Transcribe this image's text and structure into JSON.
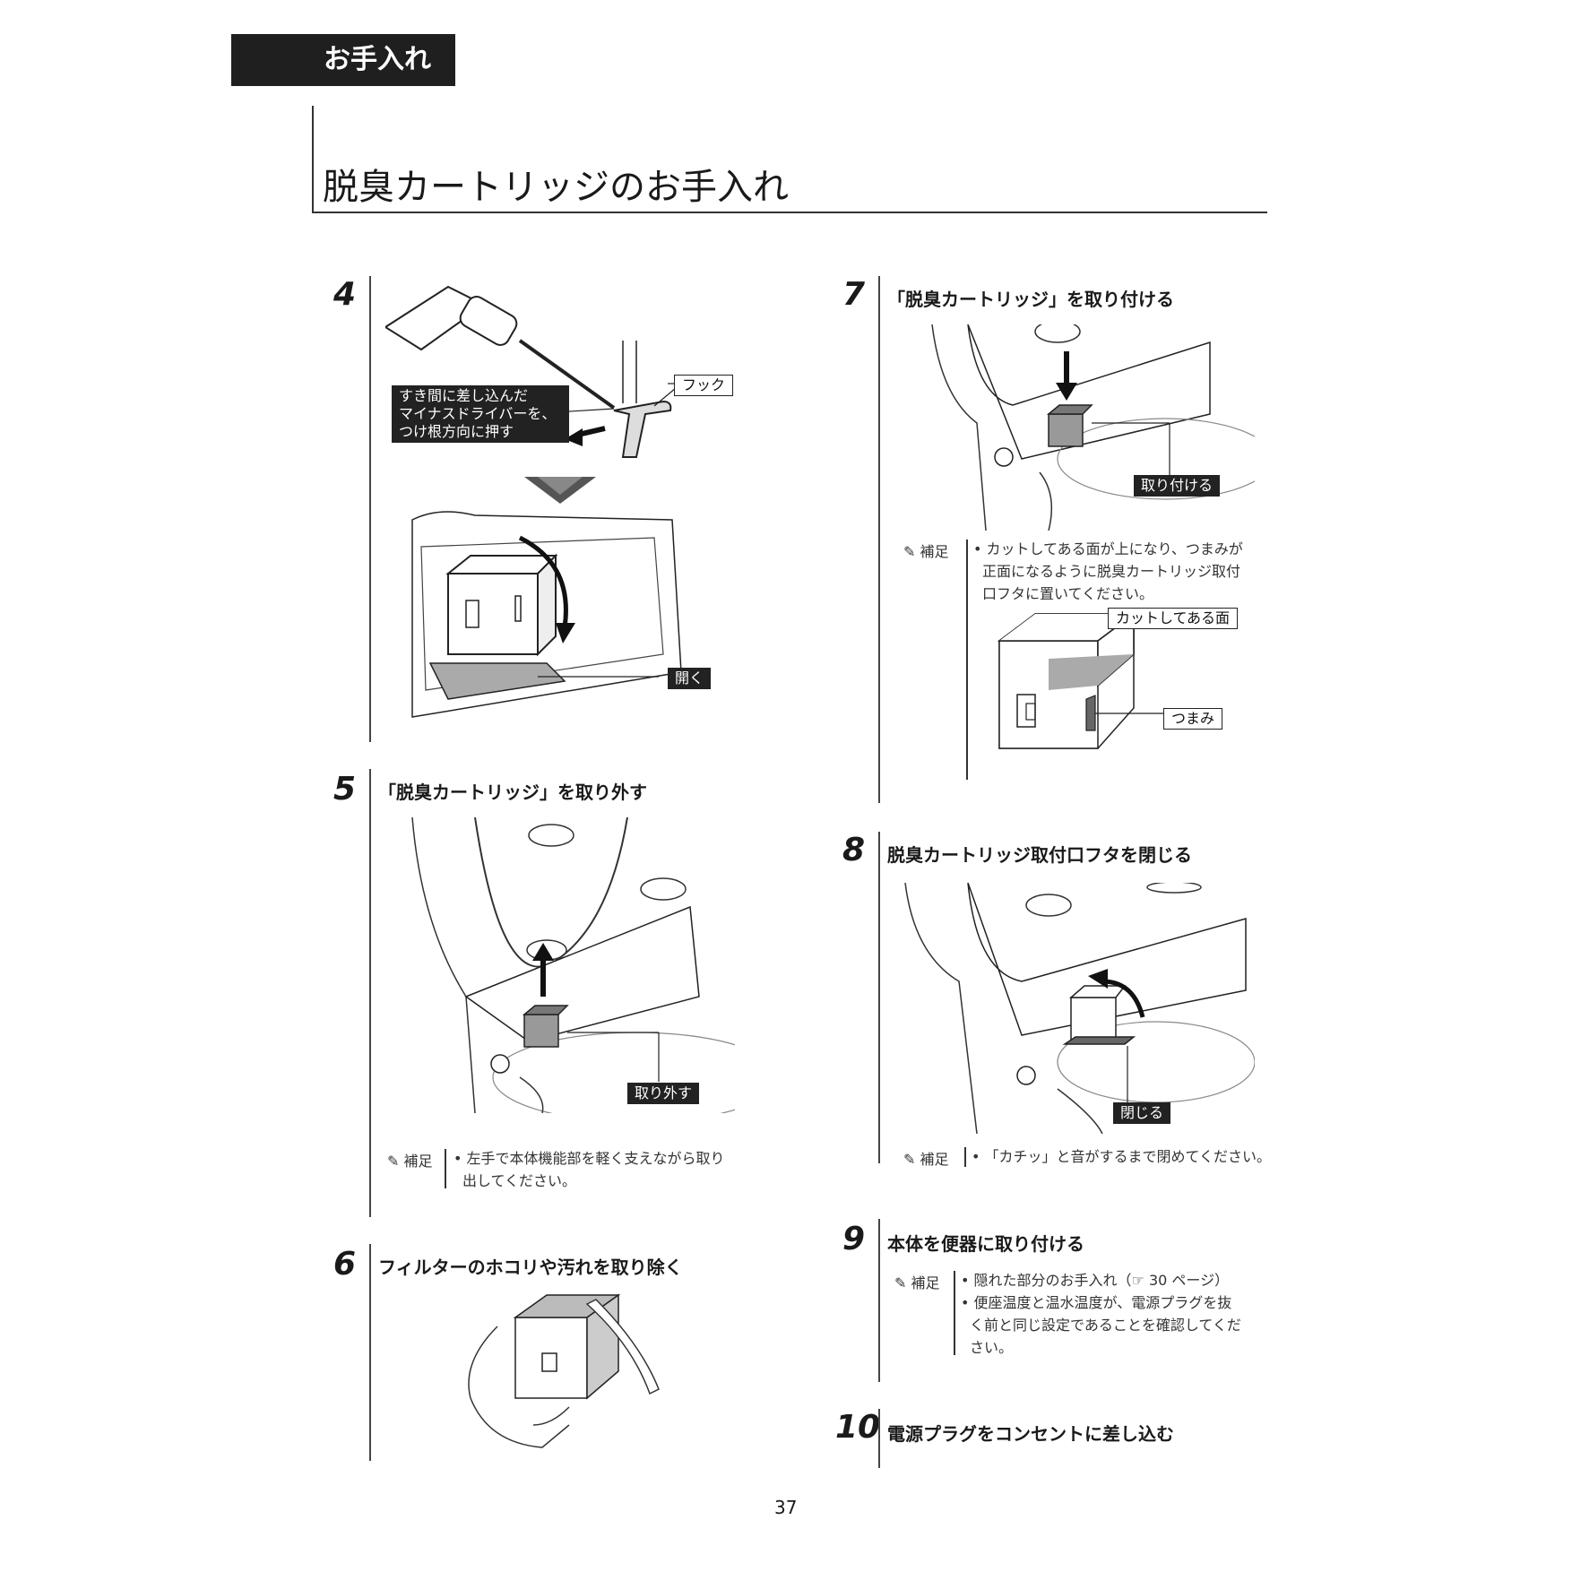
{
  "header": {
    "section": "お手入れ",
    "title": "脱臭カートリッジのお手入れ"
  },
  "steps": {
    "s4": {
      "num": "4",
      "callout_text": [
        "すき間に差し込んだ",
        "マイナスドライバーを、",
        "つけ根方向に押す"
      ],
      "hook_label": "フック",
      "open_label": "開く"
    },
    "s5": {
      "num": "5",
      "title": "「脱臭カートリッジ」を取り外す",
      "remove_label": "取り外す",
      "note_label": "補足",
      "note": [
        "• 左手で本体機能部を軽く支えながら取り",
        "出してください。"
      ]
    },
    "s6": {
      "num": "6",
      "title": "フィルターのホコリや汚れを取り除く"
    },
    "s7": {
      "num": "7",
      "title": "「脱臭カートリッジ」を取り付ける",
      "attach_label": "取り付ける",
      "note_label": "補足",
      "note": [
        "• カットしてある面が上になり、つまみが",
        "正面になるように脱臭カートリッジ取付",
        "口フタに置いてください。"
      ],
      "cut_face_label": "カットしてある面",
      "knob_label": "つまみ"
    },
    "s8": {
      "num": "8",
      "title": "脱臭カートリッジ取付口フタを閉じる",
      "close_label": "閉じる",
      "note_label": "補足",
      "note": "• 「カチッ」と音がするまで閉めてください。"
    },
    "s9": {
      "num": "9",
      "title": "本体を便器に取り付ける",
      "note_label": "補足",
      "note": [
        "• 隠れた部分のお手入れ（☞ 30 ページ）",
        "• 便座温度と温水温度が、電源プラグを抜",
        "く前と同じ設定であることを確認してくだ",
        "さい。"
      ]
    },
    "s10": {
      "num": "10",
      "title": "電源プラグをコンセントに差し込む"
    }
  },
  "footer": {
    "page": "37"
  }
}
